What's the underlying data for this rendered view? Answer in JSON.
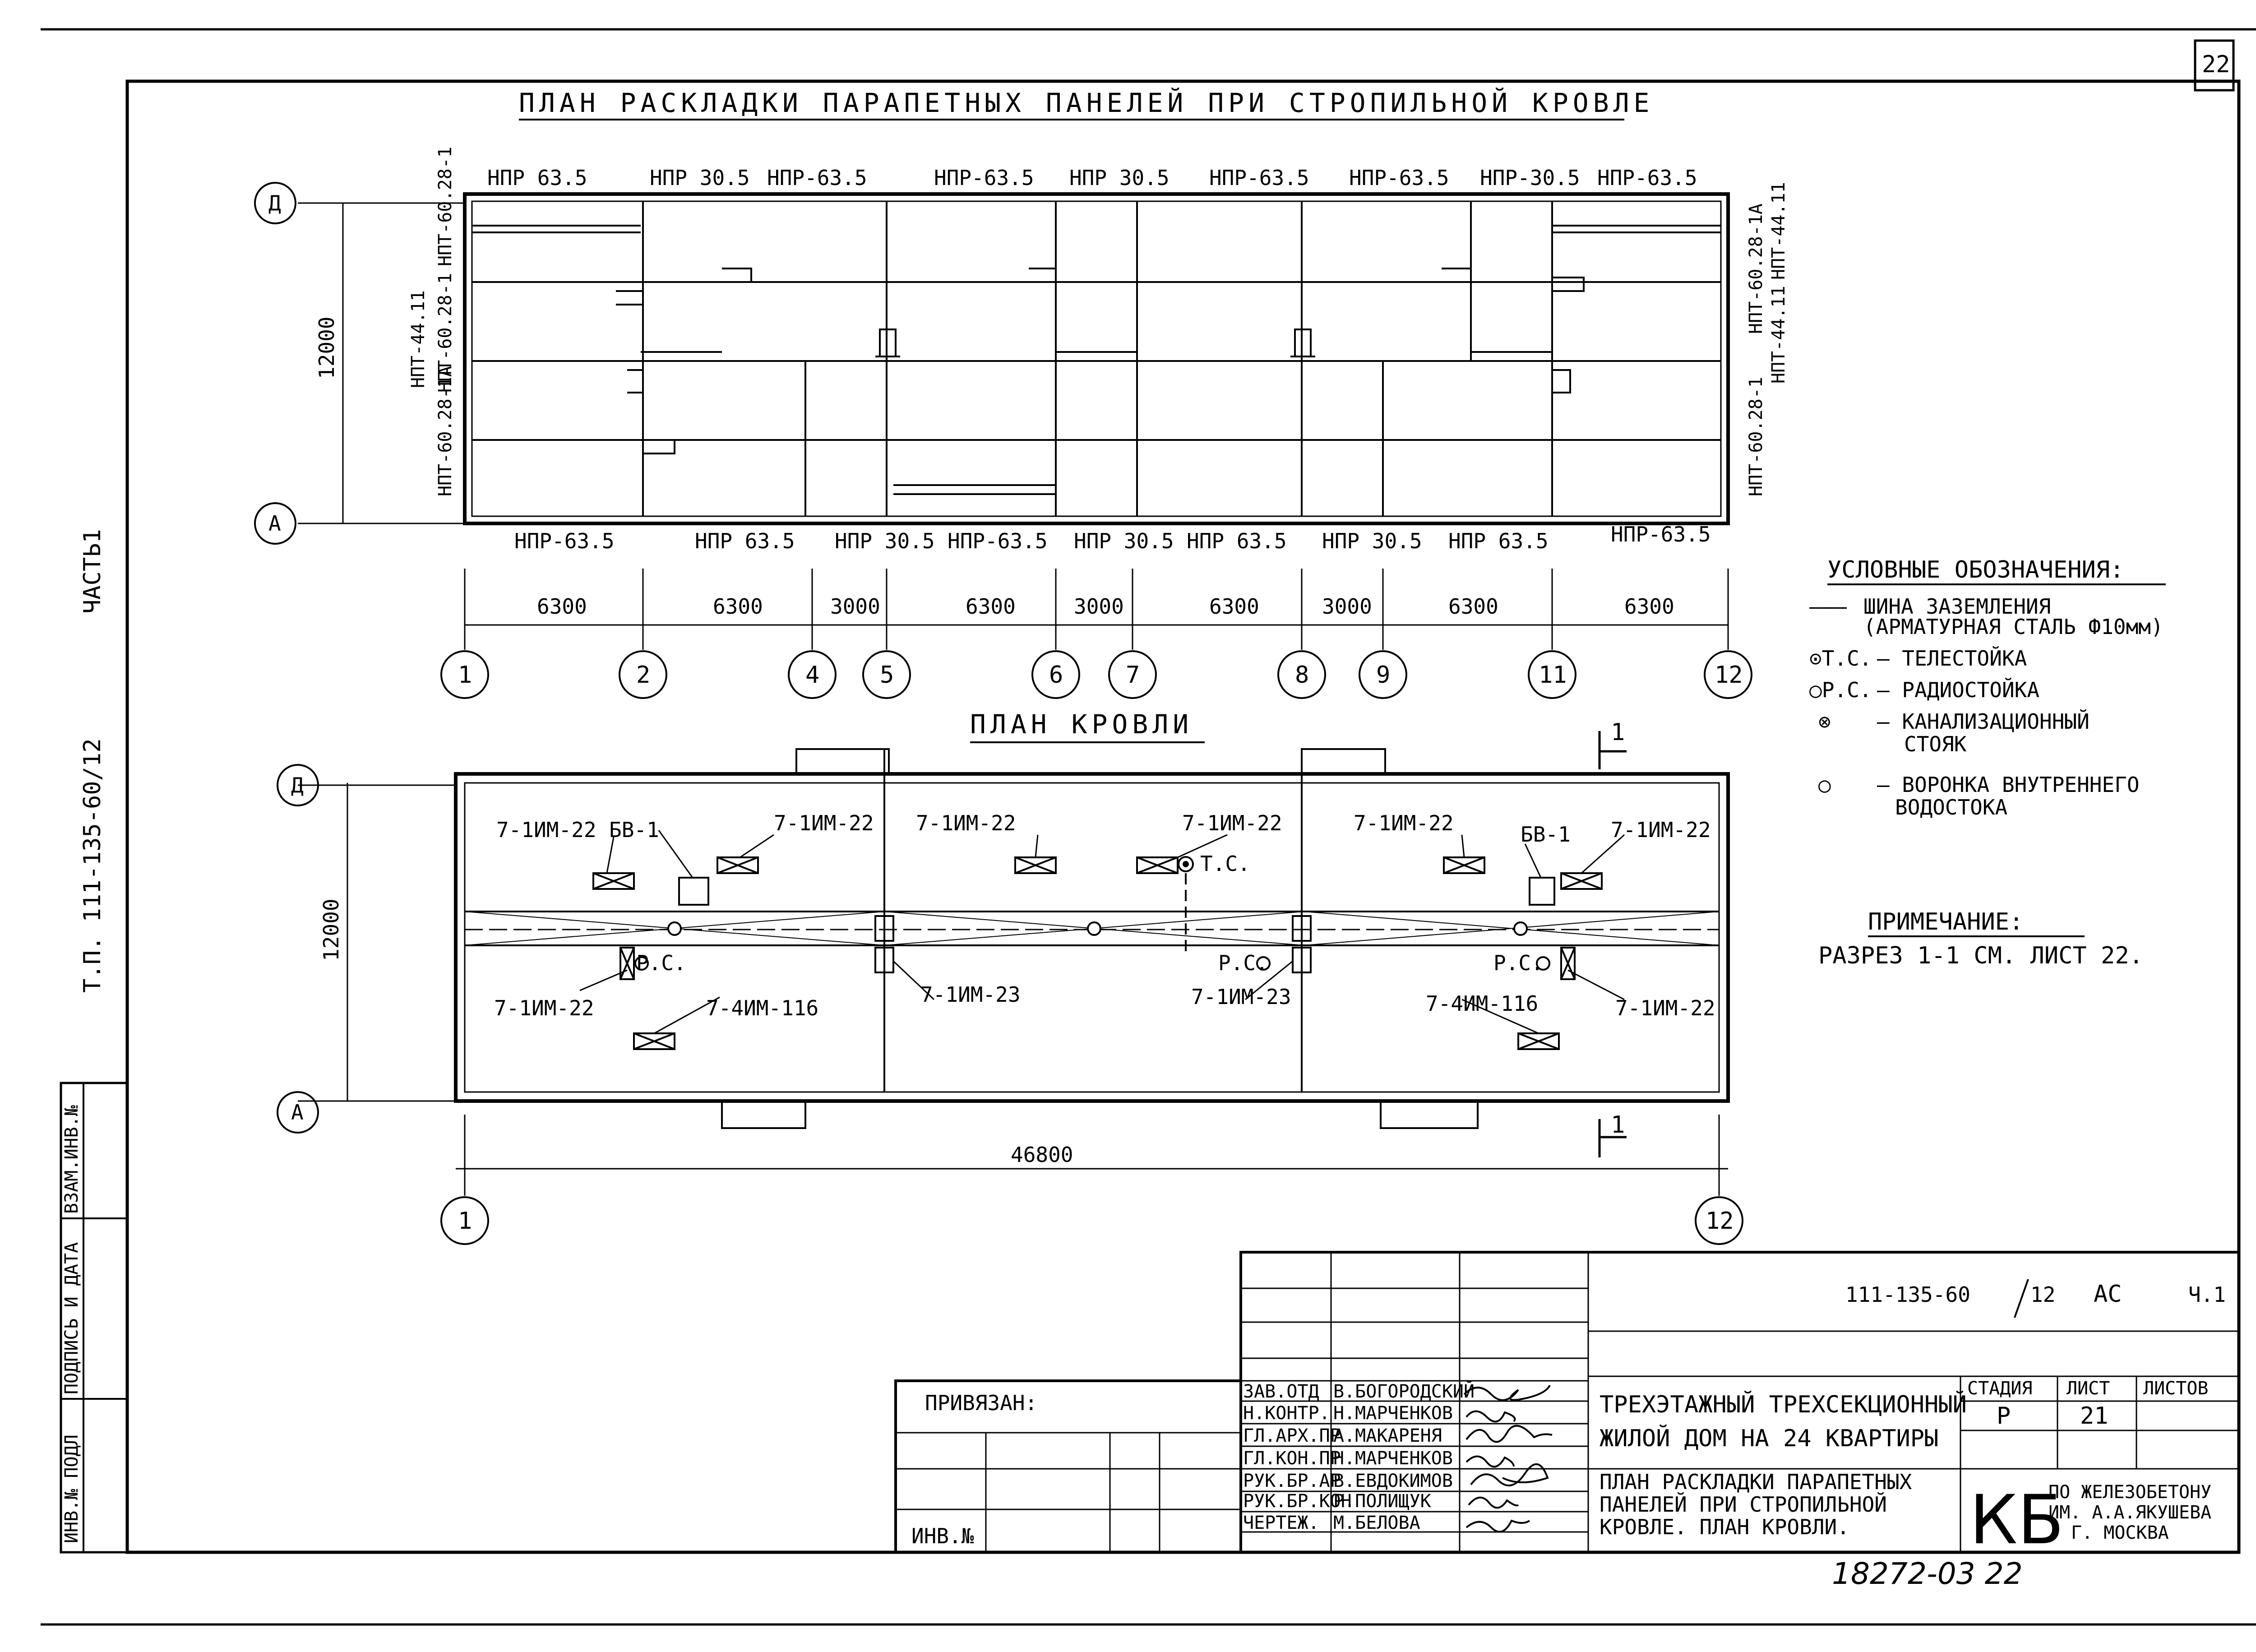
{
  "sheet": {
    "number": "22",
    "side_part": "ЧАСТЬ1",
    "side_code": "Т.П. 111-135-60/12",
    "side_stamp": [
      "ИНВ.№ ПОДЛ",
      "ПОДПИСЬ И ДАТА",
      "ВЗАМ.ИНВ.№"
    ],
    "archive_no": "18272-03 22"
  },
  "plan1": {
    "title": "ПЛАН РАСКЛАДКИ ПАРАПЕТНЫХ ПАНЕЛЕЙ ПРИ СТРОПИЛЬНОЙ КРОВЛЕ",
    "top_labels": [
      "НПР 63.5",
      "НПР 30.5",
      "НПР-63.5",
      "НПР-63.5",
      "НПР 30.5",
      "НПР-63.5",
      "НПР-63.5",
      "НПР-30.5",
      "НПР-63.5"
    ],
    "bottom_labels": [
      "НПР-63.5",
      "НПР 63.5",
      "НПР 30.5",
      "НПР-63.5",
      "НПР 30.5",
      "НПР 63.5",
      "НПР 30.5",
      "НПР 63.5",
      "НПР-63.5"
    ],
    "left_labels": [
      "НПТ-60.28-1",
      "НПТ-44.11",
      "НПТ-60.28-1А",
      "НПТ-60.28-1"
    ],
    "right_labels": [
      "НПТ-60.28-1А",
      "НПТ-44.11",
      "НПТ-60.28-1",
      "НПТ-44.11"
    ],
    "dim_vertical": "12000",
    "dims": [
      "6300",
      "6300",
      "3000",
      "6300",
      "3000",
      "6300",
      "3000",
      "6300",
      "6300"
    ],
    "axes_letters": [
      "Д",
      "А"
    ],
    "axes_numbers": [
      "1",
      "2",
      "4",
      "5",
      "6",
      "7",
      "8",
      "9",
      "11",
      "12"
    ]
  },
  "plan2": {
    "title": "ПЛАН КРОВЛИ",
    "labels": [
      "7-1ИМ-22",
      "БВ-1",
      "7-1ИМ-22",
      "7-1ИМ-22",
      "7-1ИМ-22",
      "Т.С.",
      "7-1ИМ-22",
      "БВ-1",
      "7-1ИМ-22",
      "Р.С.",
      "7-1ИМ-22",
      "7-4ИМ-116",
      "7-1ИМ-23",
      "Р.С.",
      "7-1ИМ-23",
      "Р.С.",
      "7-4ИМ-116",
      "7-1ИМ-22"
    ],
    "dim_vertical": "12000",
    "dim_total": "46800",
    "section_mark": "1",
    "axes_letters": [
      "Д",
      "А"
    ],
    "axes_numbers": [
      "1",
      "12"
    ]
  },
  "legend": {
    "title": "УСЛОВНЫЕ ОБОЗНАЧЕНИЯ:",
    "items": [
      {
        "sym": "———",
        "text": "ШИНА ЗАЗЕМЛЕНИЯ"
      },
      {
        "sym": "",
        "text": "(АРМАТУРНАЯ СТАЛЬ Ф10мм)"
      },
      {
        "sym": "⊙Т.С.",
        "text": "– ТЕЛЕСТОЙКА"
      },
      {
        "sym": "○Р.С.",
        "text": "– РАДИОСТОЙКА"
      },
      {
        "sym": "⊗",
        "text": "– КАНАЛИЗАЦИОННЫЙ"
      },
      {
        "sym": "",
        "text": "СТОЯК"
      },
      {
        "sym": "○",
        "text": "– ВОРОНКА ВНУТРЕННЕГО"
      },
      {
        "sym": "",
        "text": "ВОДОСТОКА"
      }
    ],
    "note_title": "ПРИМЕЧАНИЕ:",
    "note_text": "РАЗРЕЗ 1-1 СМ. ЛИСТ 22."
  },
  "titleblock": {
    "code": "111-135-60",
    "part": "12",
    "mark": "АС",
    "vol": "Ч.1",
    "roles": [
      {
        "role": "ЗАВ.ОТД",
        "name": "В.БОГОРОДСКИЙ"
      },
      {
        "role": "Н.КОНТР.",
        "name": "Н.МАРЧЕНКОВ"
      },
      {
        "role": "ГЛ.АРХ.ПР",
        "name": "А.МАКАРЕНЯ"
      },
      {
        "role": "ГЛ.КОН.ПР",
        "name": "Н.МАРЧЕНКОВ"
      },
      {
        "role": "РУК.БР.АР",
        "name": "В.ЕВДОКИМОВ"
      },
      {
        "role": "РУК.БР.КОН",
        "name": "Р.ПОЛИЩУК"
      },
      {
        "role": "ЧЕРТЕЖ.",
        "name": "М.БЕЛОВА"
      }
    ],
    "project_line1": "ТРЕХЭТАЖНЫЙ ТРЕХСЕКЦИОННЫЙ",
    "project_line2": "ЖИЛОЙ ДОМ НА 24 КВАРТИРЫ",
    "drawing_line1": "ПЛАН РАСКЛАДКИ ПАРАПЕТНЫХ",
    "drawing_line2": "ПАНЕЛЕЙ ПРИ СТРОПИЛЬНОЙ",
    "drawing_line3": "КРОВЛЕ. ПЛАН КРОВЛИ.",
    "h_stage": "СТАДИЯ",
    "h_sheet": "ЛИСТ",
    "h_sheets": "ЛИСТОВ",
    "stage": "Р",
    "sheet": "21",
    "org_logo": "КБ",
    "org_line1": "ПО ЖЕЛЕЗОБЕТОНУ",
    "org_line2": "ИМ. А.А.ЯКУШЕВА",
    "org_line3": "Г. МОСКВА",
    "tied": "ПРИВЯЗАН:",
    "inv": "ИНВ.№"
  }
}
